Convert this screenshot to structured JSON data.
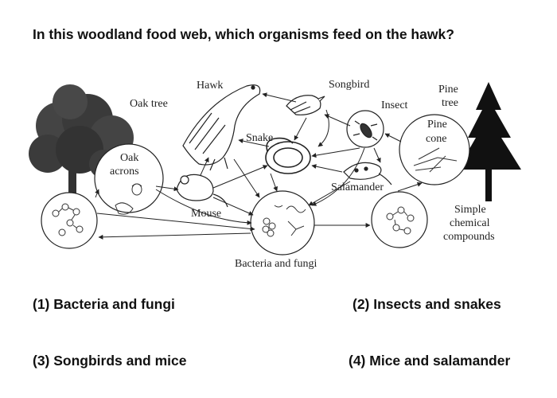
{
  "question": "In this woodland food web, which organisms feed on the hawk?",
  "diagram": {
    "labels": {
      "oak_tree": "Oak tree",
      "hawk": "Hawk",
      "songbird": "Songbird",
      "insect": "Insect",
      "pine_tree_line1": "Pine",
      "pine_tree_line2": "tree",
      "pine_cone_line1": "Pine",
      "pine_cone_line2": "cone",
      "snake": "Snake",
      "oak_acrons_line1": "Oak",
      "oak_acrons_line2": "acrons",
      "salamander": "Salamander",
      "mouse": "Mouse",
      "chem_line1": "Simple",
      "chem_line2": "chemical",
      "chem_line3": "compounds",
      "bacteria": "Bacteria and fungi"
    }
  },
  "options": [
    "(1) Bacteria and fungi",
    "(2) Insects and snakes",
    "(3) Songbirds and mice",
    "(4) Mice and salamander"
  ]
}
